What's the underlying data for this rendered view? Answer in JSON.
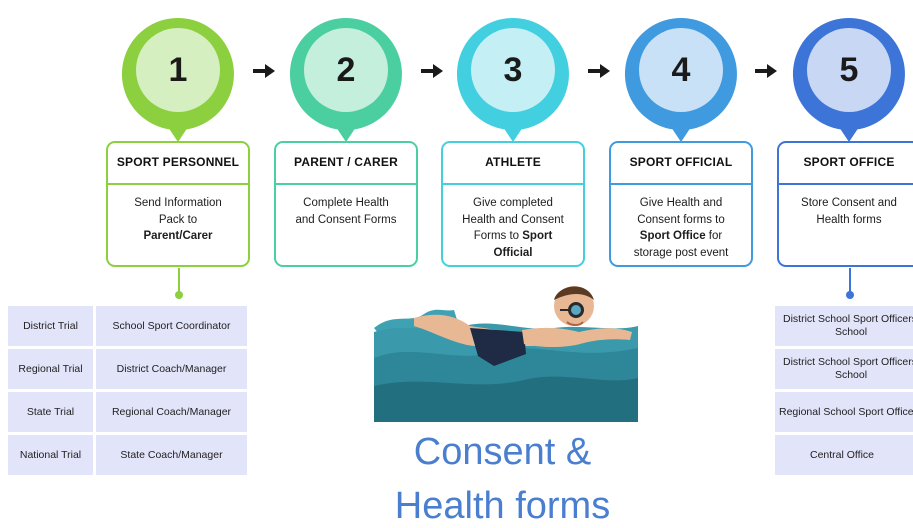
{
  "colors": {
    "step1": "#8ccf3f",
    "step2": "#4ccfa0",
    "step3": "#42cfe0",
    "step4": "#3f9ae0",
    "step5": "#3d74d8",
    "table_fill": "#e2e4f9",
    "caption": "#4a7fd0"
  },
  "steps": [
    {
      "number": "1",
      "title": "SPORT PERSONNEL",
      "body_html": "Send Information<br>Pack to<br><b>Parent/Carer</b>"
    },
    {
      "number": "2",
      "title": "PARENT / CARER",
      "body_html": "Complete Health<br>and Consent Forms"
    },
    {
      "number": "3",
      "title": "ATHLETE",
      "body_html": "Give completed<br>Health and Consent<br>Forms to <b>Sport<br>Official</b>"
    },
    {
      "number": "4",
      "title": "SPORT OFFICIAL",
      "body_html": "Give Health and<br>Consent forms to<br><b>Sport Office</b> for<br>storage post event"
    },
    {
      "number": "5",
      "title": "SPORT OFFICE",
      "body_html": "Store Consent and<br>Health forms"
    }
  ],
  "left_table": [
    {
      "level": "District Trial",
      "contact": "School Sport Coordinator"
    },
    {
      "level": "Regional Trial",
      "contact": "District Coach/Manager"
    },
    {
      "level": "State Trial",
      "contact": "Regional Coach/Manager"
    },
    {
      "level": "National Trial",
      "contact": "State Coach/Manager"
    }
  ],
  "right_table": [
    "District School Sport Officers' School",
    "District School Sport Officers' School",
    "Regional School Sport Office",
    "Central Office"
  ],
  "caption": {
    "line1": "Consent &",
    "line2": "Health forms"
  },
  "icons": {
    "arrow": "arrow-right-icon",
    "pin": "map-pin-icon",
    "swimmer": "swimmer-illustration"
  }
}
